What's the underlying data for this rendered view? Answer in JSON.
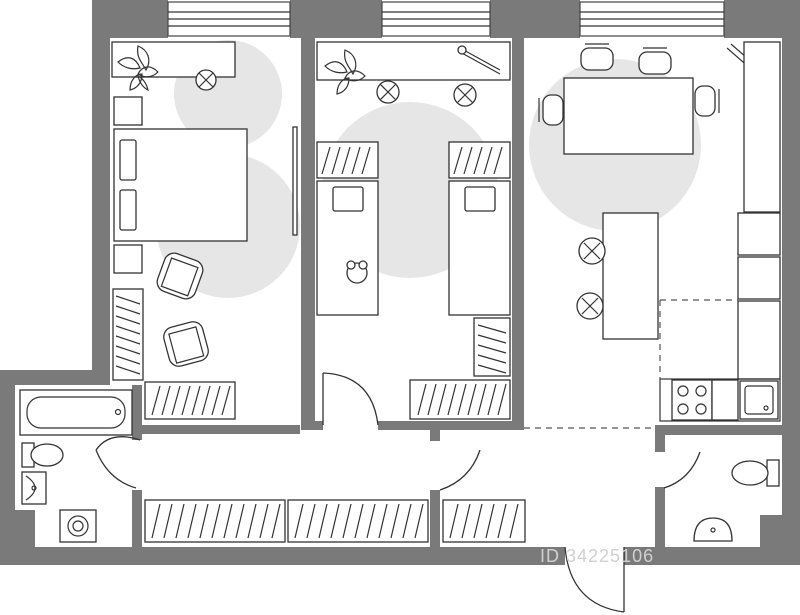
{
  "watermark": "ID 34225106",
  "rooms": [
    {
      "name": "bedroom"
    },
    {
      "name": "kids-room"
    },
    {
      "name": "kitchen-living"
    },
    {
      "name": "bathroom"
    },
    {
      "name": "wc"
    },
    {
      "name": "hallway"
    }
  ]
}
